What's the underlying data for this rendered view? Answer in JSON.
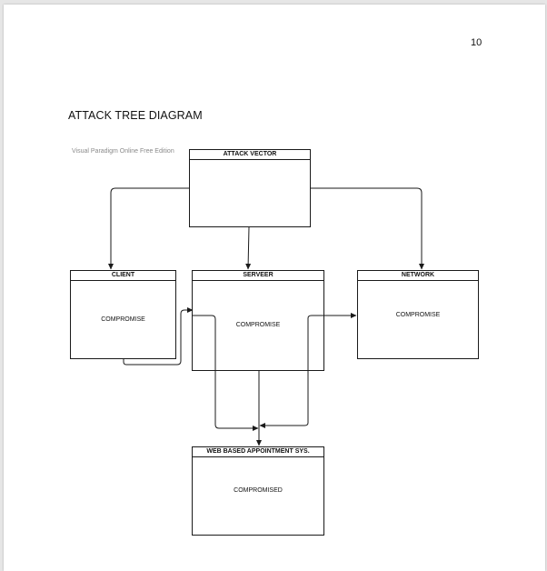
{
  "page": {
    "number": "10",
    "title": "ATTACK TREE DIAGRAM",
    "watermark": "Visual Paradigm Online Free Edition"
  },
  "diagram": {
    "nodes": {
      "attack_vector": {
        "header": "ATTACK VECTOR",
        "body": ""
      },
      "client": {
        "header": "CLIENT",
        "body": "COMPROMISE"
      },
      "server": {
        "header": "SERVEER",
        "body": "COMPROMISE"
      },
      "network": {
        "header": "NETWORK",
        "body": "COMPROMISE"
      },
      "web_system": {
        "header": "WEB BASED APPOINTMENT SYS.",
        "body": "COMPROMISED"
      }
    },
    "edges": [
      {
        "from": "attack_vector",
        "to": "client"
      },
      {
        "from": "attack_vector",
        "to": "server"
      },
      {
        "from": "attack_vector",
        "to": "network"
      },
      {
        "from": "client",
        "to": "server"
      },
      {
        "from": "server",
        "to": "network"
      },
      {
        "from": "server",
        "to": "web_system"
      },
      {
        "from": "client",
        "to": "web_system"
      }
    ]
  },
  "colors": {
    "line": "#1a1a1a",
    "page_background": "#ffffff",
    "canvas_background": "#e6e6e6"
  }
}
